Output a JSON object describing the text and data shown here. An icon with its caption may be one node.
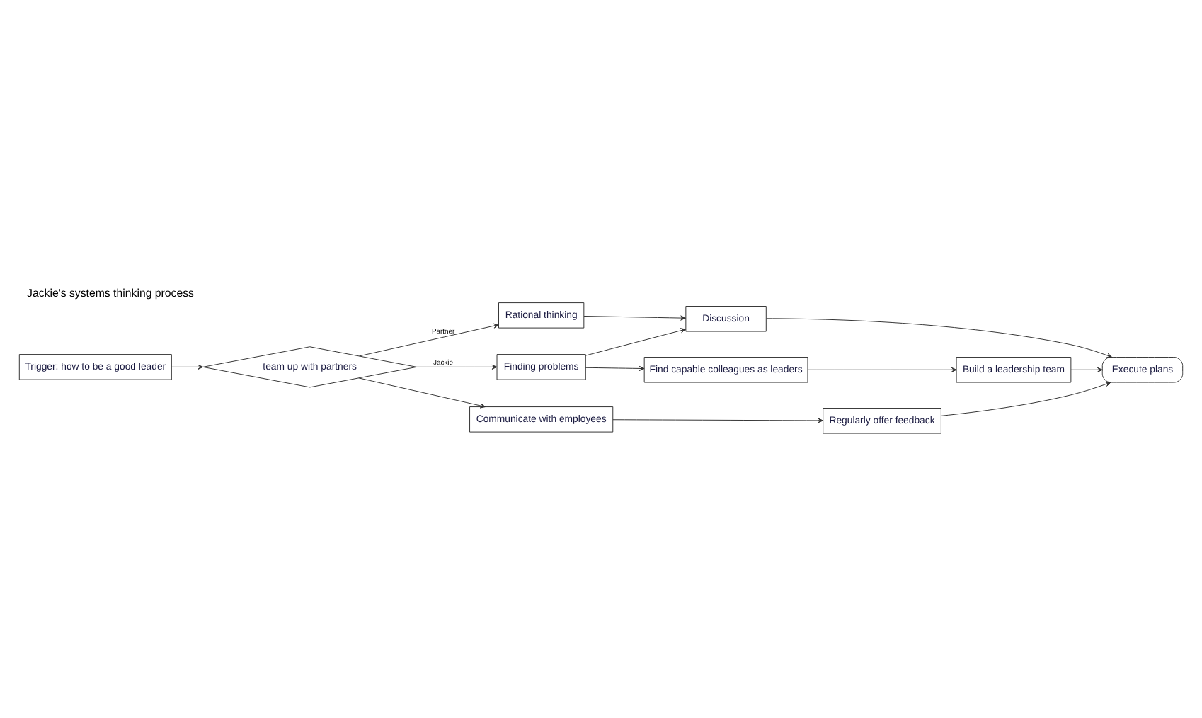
{
  "diagram": {
    "title": "Jackie's systems thinking process",
    "nodes": [
      {
        "text": [
          "Trigger: how to be a good leader"
        ]
      },
      {
        "text": [
          "team up with partners"
        ]
      },
      {
        "text": [
          "Rational thinking"
        ]
      },
      {
        "text": [
          "Discussion"
        ]
      },
      {
        "text": [
          "Finding problems"
        ]
      },
      {
        "text": [
          "Execute plans"
        ]
      },
      {
        "text": [
          "Find capable colleagues as leaders"
        ]
      },
      {
        "text": [
          "Build a leadership team"
        ]
      },
      {
        "text": [
          "Communicate with employees"
        ]
      },
      {
        "text": [
          "Regularly offer feedback"
        ]
      }
    ],
    "edges": [
      {
        "from": 0,
        "to": 1,
        "arrow": "to"
      },
      {
        "from": 1,
        "to": 2,
        "arrow": "to",
        "label": "Partner"
      },
      {
        "from": 1,
        "to": 4,
        "arrow": "to",
        "label": "Jackie"
      },
      {
        "from": 1,
        "to": 8,
        "arrow": "to"
      },
      {
        "from": 2,
        "to": 3,
        "arrow": "to"
      },
      {
        "from": 4,
        "to": 3,
        "arrow": "to"
      },
      {
        "from": 3,
        "to": 5,
        "arrow": "to"
      },
      {
        "from": 4,
        "to": 6,
        "arrow": "to"
      },
      {
        "from": 6,
        "to": 7,
        "arrow": "to"
      },
      {
        "from": 7,
        "to": 5,
        "arrow": "to"
      },
      {
        "from": 8,
        "to": 9,
        "arrow": "to"
      },
      {
        "from": 9,
        "to": 5,
        "arrow": "to"
      }
    ]
  }
}
